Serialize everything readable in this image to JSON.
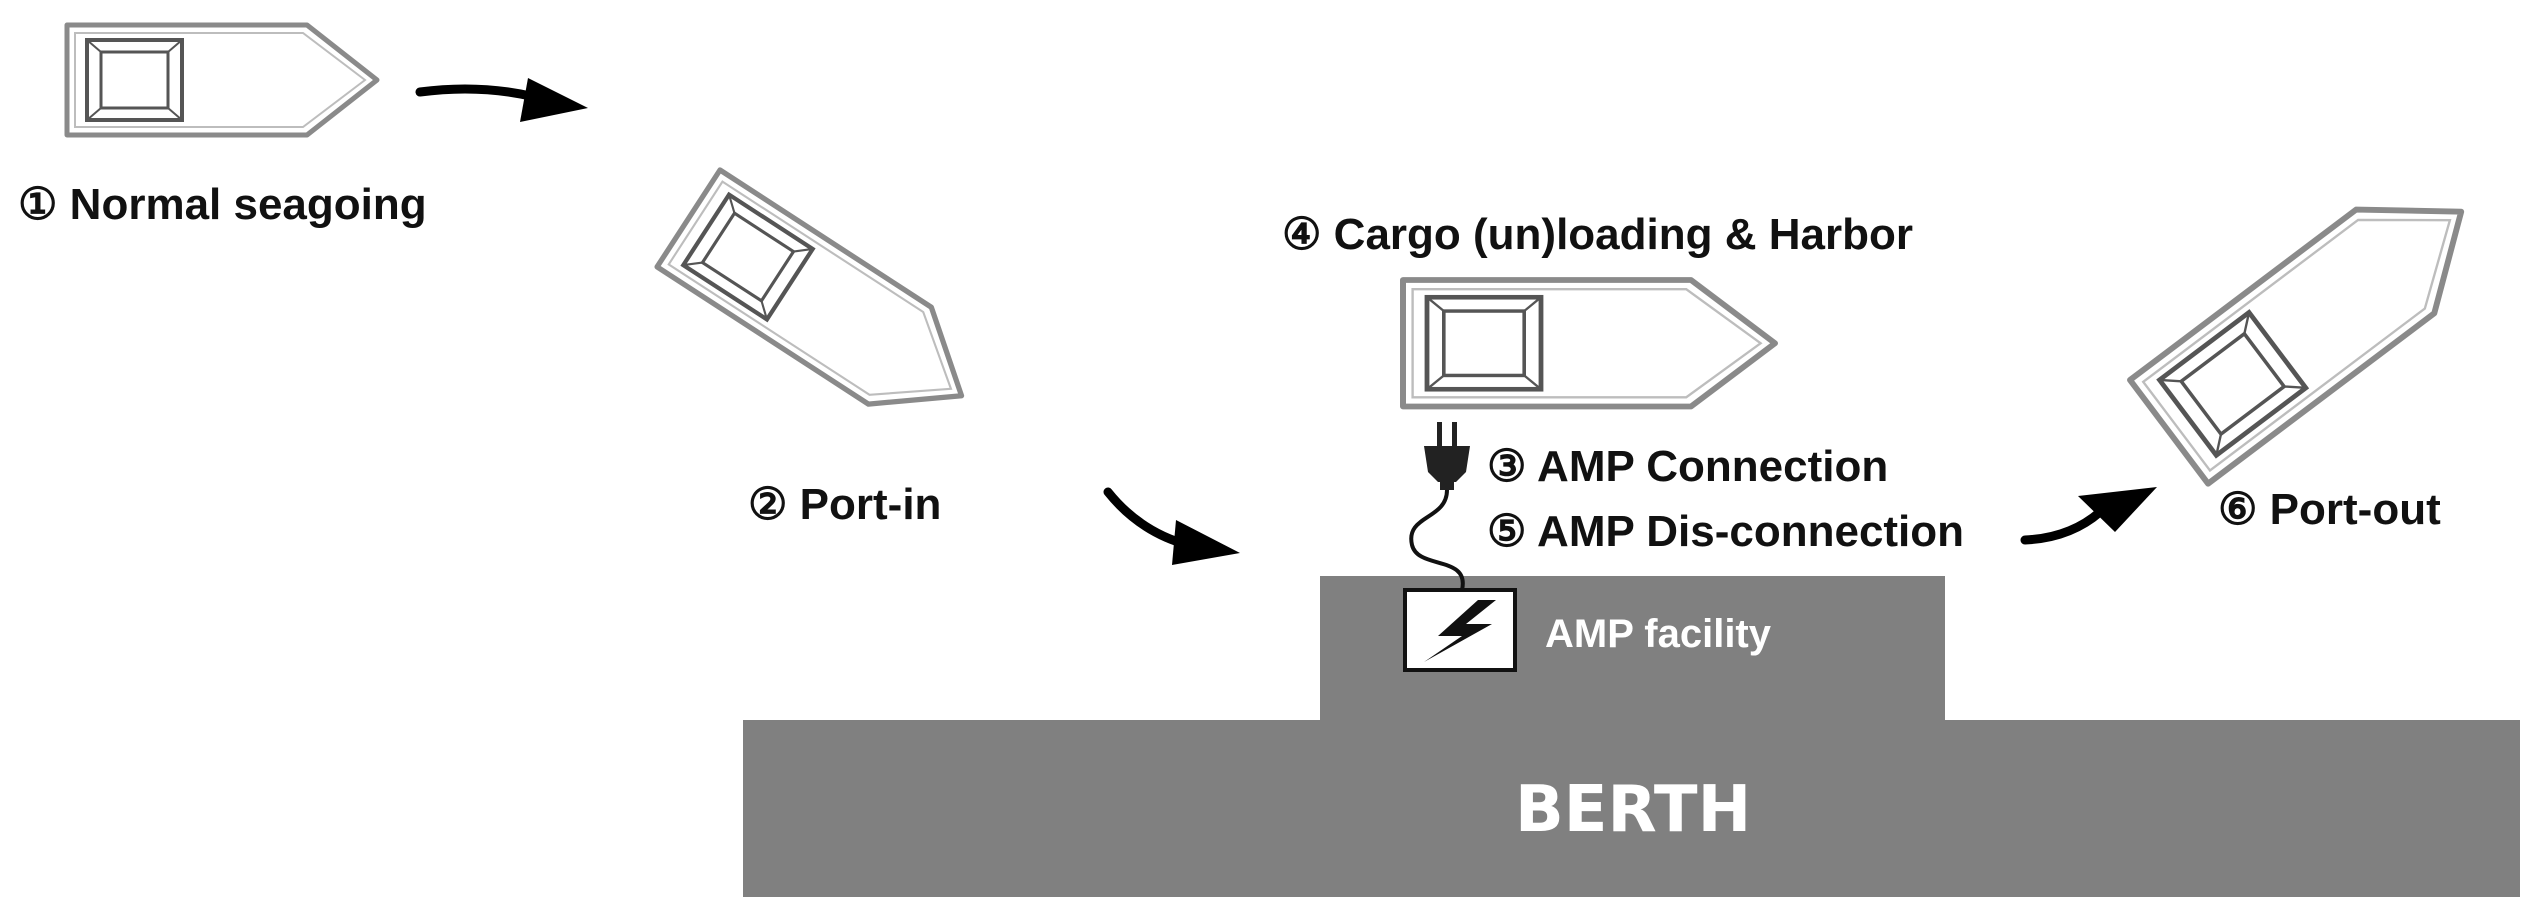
{
  "steps": {
    "normal_seagoing": "① Normal seagoing",
    "port_in": "② Port-in",
    "amp_connection": "③ AMP Connection",
    "cargo_harbor": "④ Cargo (un)loading & Harbor",
    "amp_disconnection": "⑤ AMP Dis-connection",
    "port_out": "⑥ Port-out"
  },
  "facility_label": "AMP facility",
  "berth_label": "BERTH",
  "colors": {
    "berth": "#808080",
    "ship_outline": "#8a8a8a",
    "ship_fill": "#ffffff",
    "text": "#111111",
    "arrow": "#000000"
  },
  "icons": [
    "ship-icon",
    "curved-arrow-icon",
    "power-plug-icon",
    "lightning-bolt-icon"
  ]
}
